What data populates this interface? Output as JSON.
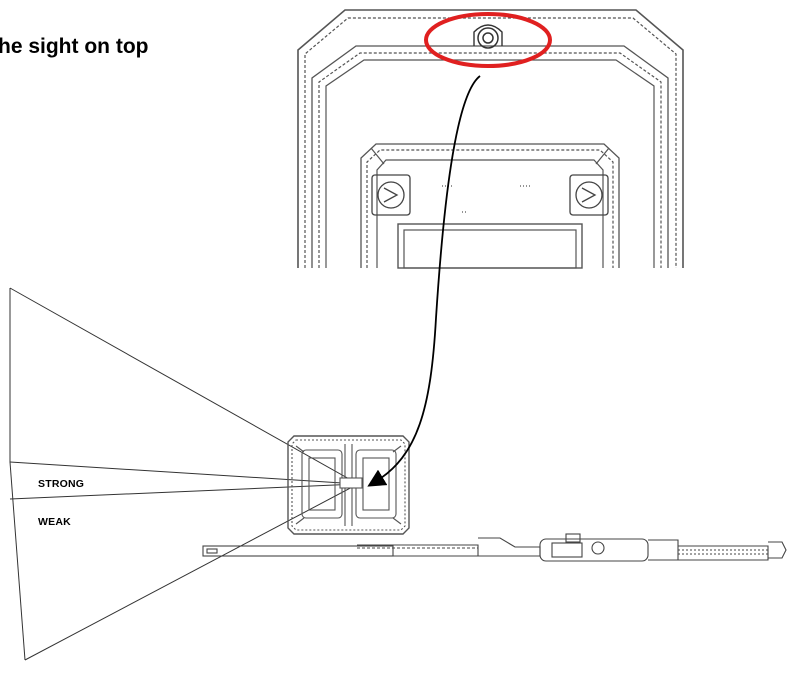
{
  "caption": "he sight on top",
  "zones": {
    "strong_label": "STRONG",
    "weak_label": "WEAK"
  },
  "colors": {
    "highlight": "#e02020",
    "ink": "#000000",
    "line": "#555555"
  },
  "icons": {
    "sight": "sight-ring-icon",
    "arrow": "curved-arrow-icon"
  }
}
